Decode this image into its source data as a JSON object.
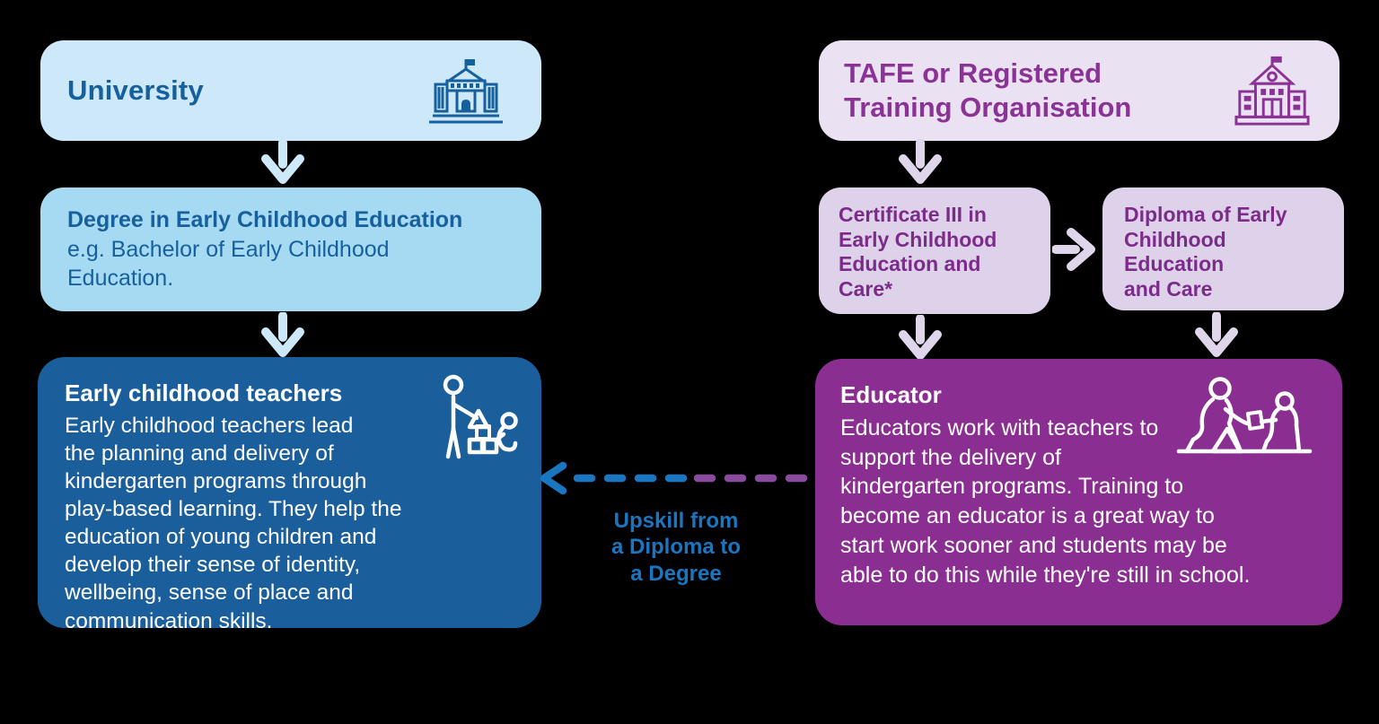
{
  "colors": {
    "background": "#000000",
    "light_blue_box": "#cde8f8",
    "mid_blue_box": "#a6d9f2",
    "dark_blue_box": "#1b5e9c",
    "dark_blue_text": "#17609e",
    "light_purple_box": "#eae1f2",
    "mid_purple_box": "#ddd2e9",
    "dark_purple_box": "#8b2e91",
    "purple_text": "#7d2b8a",
    "tafe_title_text": "#8a3295",
    "arrow_light_blue": "#cde8f8",
    "arrow_lavender": "#e0d6ec",
    "upskill_blue": "#1b76c2",
    "upskill_purple": "#8a4a9e",
    "white_text": "#ffffff"
  },
  "left": {
    "university": {
      "title": "University"
    },
    "degree": {
      "heading": "Degree in Early Childhood Education",
      "body": "e.g. Bachelor of Early Childhood\nEducation."
    },
    "teachers": {
      "heading": "Early childhood teachers",
      "body": "Early childhood teachers lead\nthe planning and delivery of\nkindergarten programs through\nplay-based learning. They help the\neducation of young children and\ndevelop their sense of identity,\nwellbeing, sense of place and\ncommunication skills."
    }
  },
  "right": {
    "tafe": {
      "title": "TAFE or Registered\nTraining Organisation"
    },
    "certificate": {
      "label": "Certificate III in\nEarly Childhood\nEducation and\nCare*"
    },
    "diploma": {
      "label": "Diploma of Early\nChildhood\nEducation\nand Care"
    },
    "educator": {
      "heading": "Educator",
      "body": "Educators work with teachers to\nsupport the delivery of\nkindergarten programs. Training to\nbecome an educator is a great way to\nstart work sooner and students may be\nable to do this while they're still in school."
    }
  },
  "upskill": {
    "label": "Upskill from\na Diploma to\na Degree"
  },
  "icons": {
    "university": "university-building-icon",
    "tafe": "school-building-icon",
    "teachers": "teacher-with-child-icon",
    "educator": "educator-with-child-icon"
  }
}
